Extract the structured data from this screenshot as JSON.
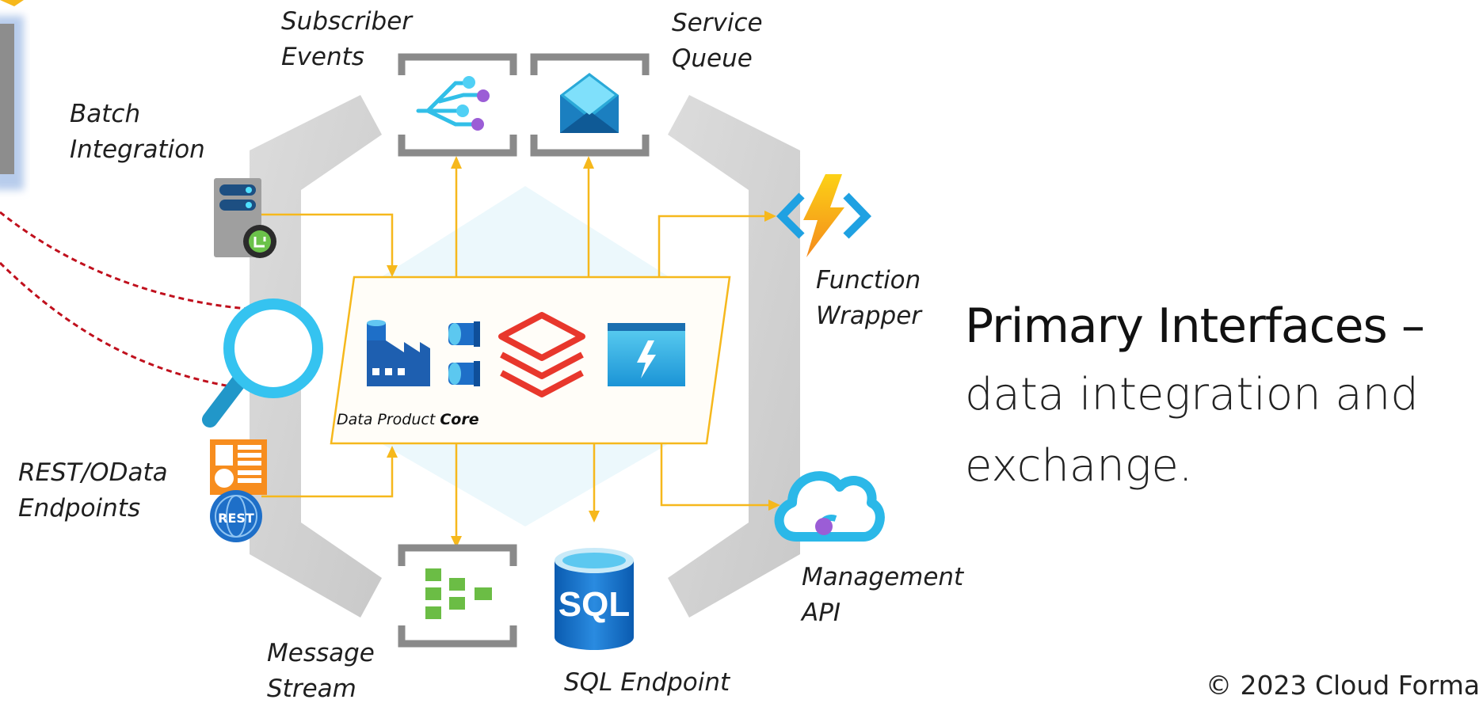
{
  "labels": {
    "subscriber_events": [
      "Subscriber",
      "Events"
    ],
    "service_queue": [
      "Service",
      "Queue"
    ],
    "batch_integration": [
      "Batch",
      "Integration"
    ],
    "function_wrapper": [
      "Function",
      "Wrapper"
    ],
    "rest_odata": [
      "REST/OData",
      "Endpoints"
    ],
    "management_api": [
      "Management",
      "API"
    ],
    "message_stream": [
      "Message",
      "Stream"
    ],
    "sql_endpoint": "SQL Endpoint"
  },
  "core": {
    "label_prefix": "Data Product ",
    "label_bold": "Core"
  },
  "icon_texts": {
    "rest": "REST",
    "sql": "SQL"
  },
  "headline": {
    "title": "Primary Interfaces –",
    "body": "data integration and exchange."
  },
  "copyright": "© 2023 Cloud Forma",
  "colors": {
    "connector": "#f6b81c",
    "dashed_link": "#c0101d",
    "frame": "#d4d4d4",
    "azure_blue": "#0078d4",
    "databricks_red": "#e8372c",
    "rest_orange": "#f78d1e"
  },
  "icons": [
    "event-grid-icon",
    "storage-queue-icon",
    "batch-server-icon",
    "function-icon",
    "search-icon",
    "rest-api-icon",
    "api-management-icon",
    "event-hub-icon",
    "sql-database-icon",
    "data-factory-icon",
    "pipeline-icon",
    "databricks-icon",
    "file-share-icon"
  ]
}
